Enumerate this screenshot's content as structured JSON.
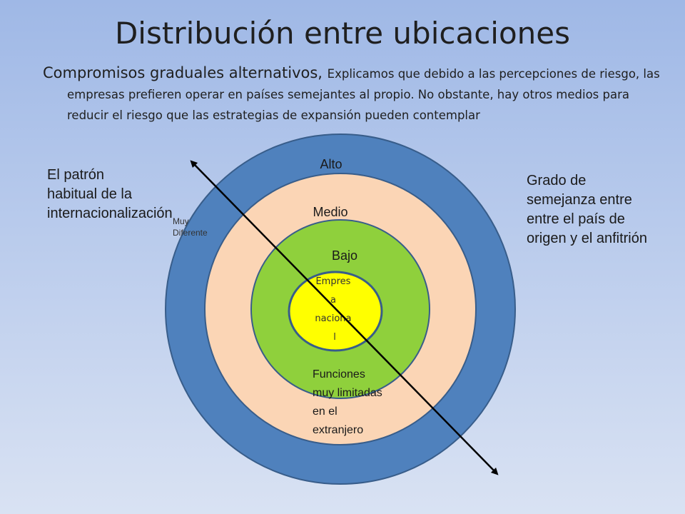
{
  "title": "Distribución entre ubicaciones",
  "subtitle": {
    "lead": "Compromisos graduales alternativos, ",
    "body": "Explicamos que debido a las percepciones de riesgo, las empresas prefieren operar en países semejantes al propio. No obstante, hay otros medios para reducir el riesgo que las estrategias de expansión pueden contemplar"
  },
  "left_text": "El patrón habitual de la internacionalización",
  "right_text": "Grado de semejanza entre entre el país de origen y el anfitrión",
  "diagram": {
    "rings": {
      "outer": "Alto",
      "middle": "Medio",
      "inner": "Bajo"
    },
    "core_lines": [
      "Empres",
      "a",
      "naciona",
      "l"
    ],
    "arrow_start_label": [
      "Muy",
      "Diferente"
    ],
    "functions_lines": [
      "Funciones",
      "muy limitadas",
      "en el",
      "extranjero"
    ],
    "colors": {
      "outer_ring": "#4f81bd",
      "middle_ring": "#fbd5b5",
      "inner_ring": "#8fd03c",
      "core": "#ffff00",
      "stroke": "#385d8a",
      "arrow": "#000000"
    }
  }
}
